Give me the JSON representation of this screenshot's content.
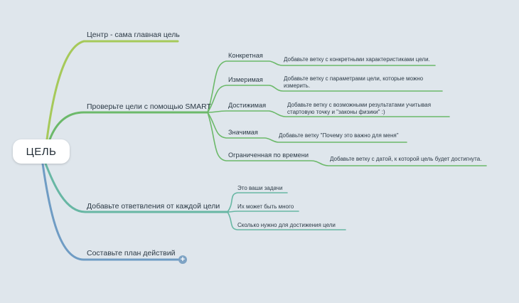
{
  "root": {
    "label": "ЦЕЛЬ"
  },
  "colors": {
    "background": "#dfe6ec",
    "branch_center": "#a6c95a",
    "branch_smart": "#6cb96a",
    "branch_steps": "#68b7a4",
    "branch_plan": "#6f9cc4"
  },
  "branches": [
    {
      "label": "Центр - сама главная цель",
      "children": []
    },
    {
      "label": "Проверьте цели с помощью SMART",
      "children": [
        {
          "label": "Конкретная",
          "note": "Добавьте ветку с конкретными характеристиками цели."
        },
        {
          "label": "Измеримая",
          "note": "Добавьте ветку с параметрами цели, которые можно измерить."
        },
        {
          "label": "Достижимая",
          "note": "Добавьте ветку с возможными результатами учитывая стартовую точку и \"законы физики\" :)"
        },
        {
          "label": "Значимая",
          "note": "Добавьте ветку \"Почему это важно для меня\""
        },
        {
          "label": "Ограниченная по времени",
          "note": "Добавьте ветку с датой, к которой цель будет достигнута."
        }
      ]
    },
    {
      "label": "Добавьте ответвления от каждой цели",
      "children": [
        {
          "label": "Это ваши задачи"
        },
        {
          "label": "Их может быть много"
        },
        {
          "label": "Сколько нужно для достижения цели"
        }
      ]
    },
    {
      "label": "Составьте план действий",
      "children": [],
      "collapsed_icon": "plus-icon"
    }
  ]
}
